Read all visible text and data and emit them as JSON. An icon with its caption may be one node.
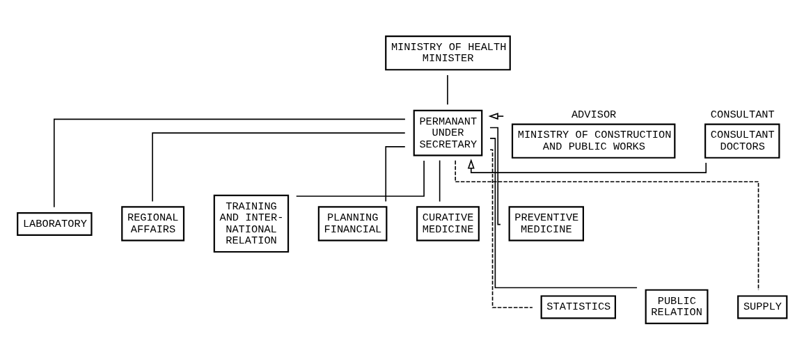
{
  "diagram": {
    "nodes": [
      {
        "text": [
          "MINISTRY OF HEALTH MINISTER"
        ]
      },
      {
        "text": [
          "ADVISOR",
          "MINISTRY OF CONSTRUCTION AND PUBLIC WORKS"
        ]
      },
      {
        "text": [
          "PERMANANT UNDER SECRETARY"
        ]
      },
      {
        "text": [
          "CONSULTANT",
          "CONSULTANT DOCTORS"
        ]
      },
      {
        "text": [
          "LABORATORY"
        ]
      },
      {
        "text": [
          "REGIONAL AFFAIRS"
        ]
      },
      {
        "text": [
          "TRAINING AND INTER- NATIONAL RELATION"
        ]
      },
      {
        "text": [
          "PLANNING FINANCIAL"
        ]
      },
      {
        "text": [
          "CURATIVE MEDICINE"
        ]
      },
      {
        "text": [
          "PREVENTIVE MEDICINE"
        ]
      },
      {
        "text": [
          "STATISTICS"
        ]
      },
      {
        "text": [
          "PUBLIC RELATION"
        ]
      },
      {
        "text": [
          "SUPPLY"
        ]
      }
    ],
    "edges": [
      {
        "from": 0,
        "to": 2,
        "arrow": "none"
      },
      {
        "from": 1,
        "to": 2,
        "arrow": "to"
      },
      {
        "from": 3,
        "to": 2,
        "arrow": "to"
      },
      {
        "from": 2,
        "to": 4,
        "arrow": "none"
      },
      {
        "from": 2,
        "to": 5,
        "arrow": "none"
      },
      {
        "from": 2,
        "to": 6,
        "arrow": "none"
      },
      {
        "from": 2,
        "to": 7,
        "arrow": "none"
      },
      {
        "from": 2,
        "to": 8,
        "arrow": "none"
      },
      {
        "from": 2,
        "to": 9,
        "arrow": "none"
      },
      {
        "from": 2,
        "to": 10,
        "arrow": "none",
        "style": "dashed"
      },
      {
        "from": 2,
        "to": 11,
        "arrow": "none"
      },
      {
        "from": 2,
        "to": 12,
        "arrow": "none",
        "style": "dashed"
      }
    ]
  }
}
